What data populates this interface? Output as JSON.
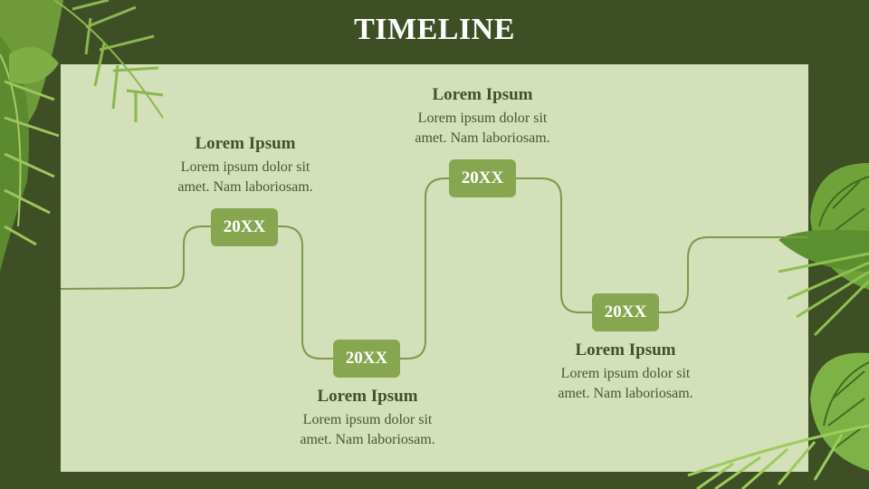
{
  "title": "TIMELINE",
  "milestones": [
    {
      "year": "20XX",
      "heading": "Lorem Ipsum",
      "line1": "Lorem ipsum dolor sit",
      "line2": "amet. Nam laboriosam."
    },
    {
      "year": "20XX",
      "heading": "Lorem Ipsum",
      "line1": "Lorem ipsum dolor sit",
      "line2": "amet. Nam laboriosam."
    },
    {
      "year": "20XX",
      "heading": "Lorem Ipsum",
      "line1": "Lorem ipsum dolor sit",
      "line2": "amet. Nam laboriosam."
    },
    {
      "year": "20XX",
      "heading": "Lorem Ipsum",
      "line1": "Lorem ipsum dolor sit",
      "line2": "amet. Nam laboriosam."
    }
  ],
  "colors": {
    "background": "#3f4f25",
    "panel": "#d3e0ba",
    "badge": "#86a74f",
    "line": "#7c9a4b",
    "text": "#42512a"
  }
}
